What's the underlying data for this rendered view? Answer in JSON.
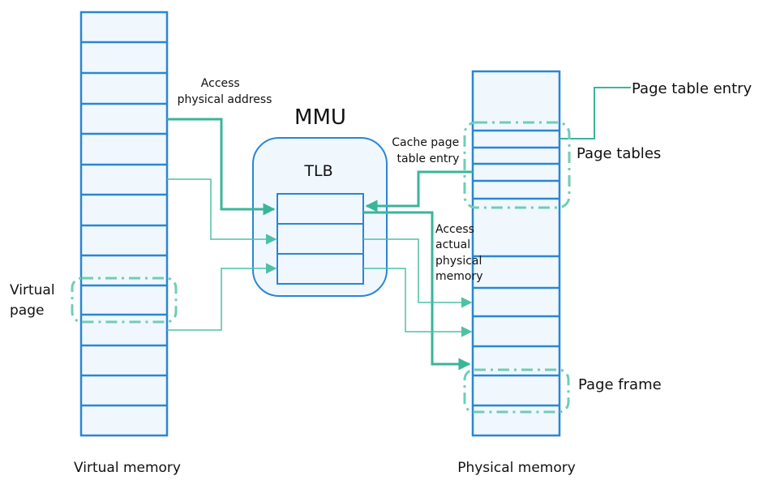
{
  "diagram": {
    "title": "MMU address translation",
    "colors": {
      "memory_stroke": "#2a86d4",
      "memory_fill": "#f0f8fe",
      "arrow": "#3ab59a",
      "arrow_thin": "#4fc0a6",
      "dashed_group": "#6fcdb7",
      "text": "#111111"
    },
    "labels": {
      "virtual_memory": "Virtual memory",
      "physical_memory": "Physical memory",
      "mmu": "MMU",
      "tlb": "TLB",
      "access_physical_address_line1": "Access",
      "access_physical_address_line2": "physical address",
      "cache_pte_line1": "Cache page",
      "cache_pte_line2": "table entry",
      "access_actual_line1": "Access",
      "access_actual_line2": "actual",
      "access_actual_line3": "physical",
      "access_actual_line4": "memory",
      "virtual_page_line1": "Virtual",
      "virtual_page_line2": "page",
      "page_table_entry": "Page table entry",
      "page_tables": "Page tables",
      "page_frame": "Page frame"
    },
    "virtual_memory_rows": 14,
    "tlb_entries": 3,
    "physical_memory_rows": 12
  }
}
